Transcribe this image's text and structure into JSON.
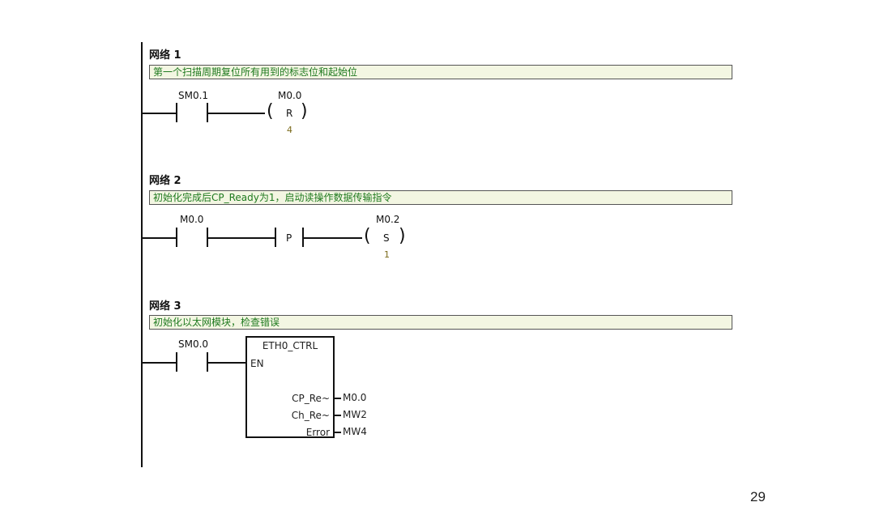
{
  "networks": [
    {
      "title": "网络 1",
      "comment": "第一个扫描周期复位所有用到的标志位和起始位",
      "contact": "SM0.1",
      "coil_operand": "M0.0",
      "coil_type": "R",
      "coil_param": "4"
    },
    {
      "title": "网络 2",
      "comment": "初始化完成后CP_Ready为1，启动读操作数据传输指令",
      "contact": "M0.0",
      "edge": "P",
      "coil_operand": "M0.2",
      "coil_type": "S",
      "coil_param": "1"
    },
    {
      "title": "网络 3",
      "comment": "初始化以太网模块，检查错误",
      "contact": "SM0.0",
      "block": {
        "name": "ETH0_CTRL",
        "en": "EN",
        "outputs": [
          {
            "pin": "CP_Re~",
            "var": "M0.0"
          },
          {
            "pin": "Ch_Re~",
            "var": "MW2"
          },
          {
            "pin": "Error",
            "var": "MW4"
          }
        ]
      }
    }
  ],
  "page_number": "29"
}
